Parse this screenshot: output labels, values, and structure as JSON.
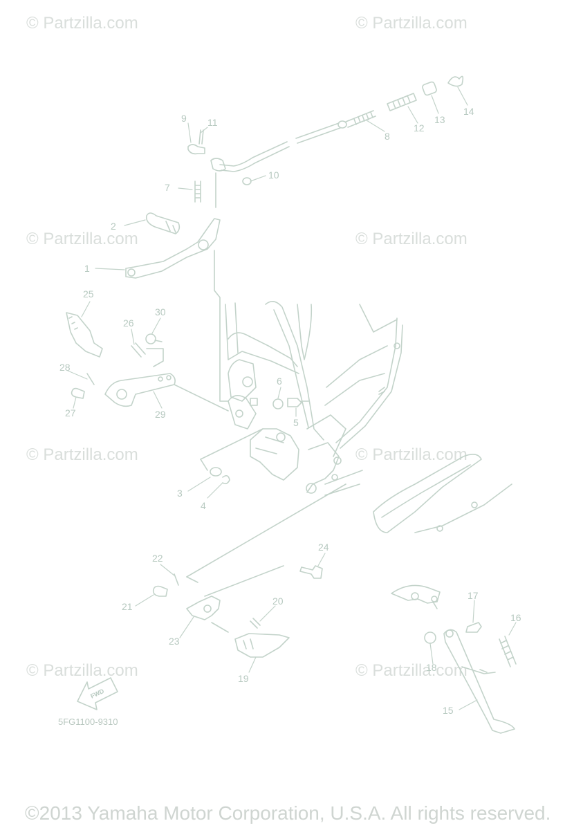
{
  "watermarks": [
    "© Partzilla.com",
    "© Partzilla.com",
    "© Partzilla.com",
    "© Partzilla.com",
    "© Partzilla.com",
    "© Partzilla.com",
    "© Partzilla.com",
    "© Partzilla.com"
  ],
  "diagram_code": "5FG1100-9310",
  "copyright": "©2013 Yamaha Motor Corporation, U.S.A. All rights reserved.",
  "fwd_label": "FWD",
  "callouts": [
    "1",
    "2",
    "3",
    "4",
    "5",
    "6",
    "7",
    "8",
    "9",
    "10",
    "11",
    "12",
    "13",
    "14",
    "15",
    "16",
    "17",
    "18",
    "19",
    "20",
    "21",
    "22",
    "23",
    "24",
    "25",
    "26",
    "27",
    "28",
    "29",
    "30"
  ],
  "colors": {
    "line": "#c3d3ca",
    "label": "#b7c9c0",
    "watermark": "#d9dedb"
  }
}
